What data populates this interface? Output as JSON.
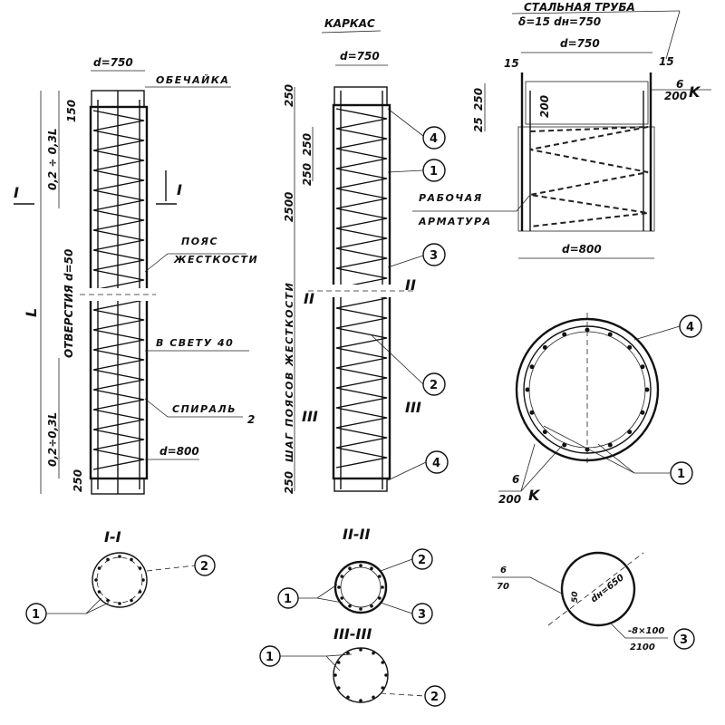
{
  "title": "КАРКАС",
  "left_view": {
    "diameter_top": "d=750",
    "shell_label": "ОБЕЧАЙКА",
    "dim_150": "150",
    "dim_upper": "0,2 ÷ 0,3L",
    "dim_L": "L",
    "holes_label": "ОТВЕРСТИЯ d=50",
    "section_mark_left": "I",
    "section_mark_right": "I",
    "belt_label_1": "ПОЯС",
    "belt_label_2": "ЖЕСТКОСТИ",
    "clear_label": "В СВЕТУ 40",
    "spiral_label": "СПИРАЛЬ",
    "spiral_num": "2",
    "dim_lower": "0,2÷0,3L",
    "diameter_bottom": "d=800",
    "dim_250": "250"
  },
  "middle_view": {
    "diameter_top": "d=750",
    "dim_250_top": "250",
    "dim_250_a": "250",
    "dim_250_b": "250",
    "dim_2500": "2500",
    "belt_step_label": "ШАГ ПОЯСОВ  ЖЕСТКОСТИ",
    "section_II_left": "II",
    "section_II_right": "II",
    "section_III_left": "III",
    "section_III_right": "III",
    "dim_250_bottom": "250",
    "callouts": [
      "4",
      "1",
      "3",
      "2",
      "4"
    ]
  },
  "detail_view": {
    "pipe_label": "СТАЛЬНАЯ ТРУБА",
    "pipe_params": "δ=15   dн=750",
    "diameter_top": "d=750",
    "dim_15_left": "15",
    "dim_15_right": "15",
    "dim_250": "250",
    "dim_25": "25",
    "dim_200": "200",
    "weld_num": "6",
    "weld_den": "200",
    "weld_k": "K",
    "rebar_label_1": "РАБОЧАЯ",
    "rebar_label_2": "АРМАТУРА",
    "diameter_bottom": "d=800"
  },
  "ring_view": {
    "callout_top": "4",
    "callout_bottom": "1",
    "weld_num": "6",
    "weld_den": "200",
    "weld_k": "K"
  },
  "sections": {
    "s1_title": "I-I",
    "s1_callouts": [
      "1",
      "2"
    ],
    "s2_title": "II-II",
    "s2_callouts": [
      "1",
      "2",
      "3"
    ],
    "s3_title": "III-III",
    "s3_callouts": [
      "1",
      "2"
    ]
  },
  "belt_detail": {
    "weld_num": "6",
    "weld_den": "70",
    "dim_50": "50",
    "diameter": "dн=650",
    "plate_num": "-8×100",
    "plate_den": "2100",
    "callout": "3"
  }
}
